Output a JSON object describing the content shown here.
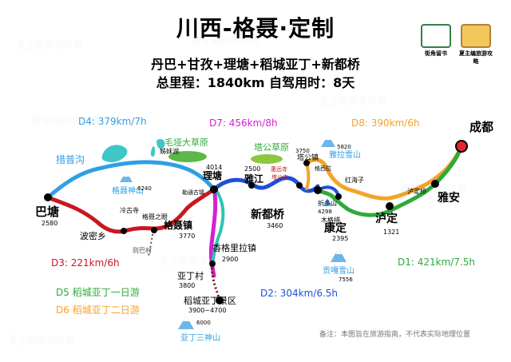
{
  "title": "川西-格聂·定制",
  "route_line": "丹巴+甘孜+理塘+稻城亚丁+新都桥",
  "stats_line": "总里程：1840km   自驾用时：8天",
  "logos": [
    "街角留书",
    "夏主编旅游攻略"
  ],
  "watermark": "夏主编旅游攻略",
  "day_labels": {
    "d1": "D1: 421km/7.5h",
    "d2": "D2: 304km/6.5h",
    "d3": "D3: 221km/6h",
    "d4": "D4: 379km/7h",
    "d5": "D5 稻城亚丁一日游",
    "d6": "D6 稻城亚丁二日游",
    "d7": "D7: 456km/8h",
    "d8": "D8: 390km/6h"
  },
  "places": {
    "chengdu": "成都",
    "yaan": "雅安",
    "luding": "泸定",
    "luding_alt": "1321",
    "kangding": "康定",
    "kangding_alt": "2395",
    "xinduqiao": "新都桥",
    "xinduqiao_alt": "3460",
    "yajiang": "雅江",
    "yajiang_alt": "2500",
    "litang": "理塘",
    "litang_alt": "4014",
    "gengnie_town": "格聂镇",
    "gengnie_town_alt": "3770",
    "batang": "巴塘",
    "batang_alt": "2580",
    "boduo": "波密乡",
    "shangrila_town": "香格里拉镇",
    "shangrila_town_alt": "2900",
    "yading_village": "亚丁村",
    "yading_village_alt": "3800",
    "daocheng_scenic": "稻城亚丁景区",
    "daocheng_scenic_alt": "3900~4700",
    "tagong": "塔公镇",
    "tagong_alt": "3750",
    "zheduo": "折多山",
    "zheduo_alt": "4298",
    "luding_bridge": "泸定桥",
    "cuopu": "措普沟",
    "gesar_mt": "格聂神山",
    "gesar_mt_alt": "6240",
    "lengguSi": "冷古寺",
    "gengnie_eye": "格聂之眼",
    "zeba": "则巴村",
    "jiemeihu": "姊妹湖",
    "maoya": "毛垭大草原",
    "tagong_grass": "塔公草原",
    "yala": "雅拉雪山",
    "yala_alt": "5820",
    "gongga": "贡嘎雪山",
    "gongga_alt": "7556",
    "sansheng": "亚丁三神山",
    "sansheng_alt": "6000",
    "mugecuo": "木格措",
    "hongHaizi": "红海子",
    "juemuRiver": "勒通古镇",
    "xinlong": "惠远寺",
    "bamei": "格西拉",
    "tagong_temple": "塔公寺"
  },
  "note": "备注：本图旨在旅游指南，不代表实际地理位置",
  "colors": {
    "green": "#2eaa3a",
    "orange": "#f2a42a",
    "blue": "#1f4fd6",
    "red": "#e3262d",
    "magenta": "#d520d3",
    "lightblue": "#2f9fe6",
    "darkred": "#c9171f",
    "darkgreen": "#2e7d32"
  }
}
